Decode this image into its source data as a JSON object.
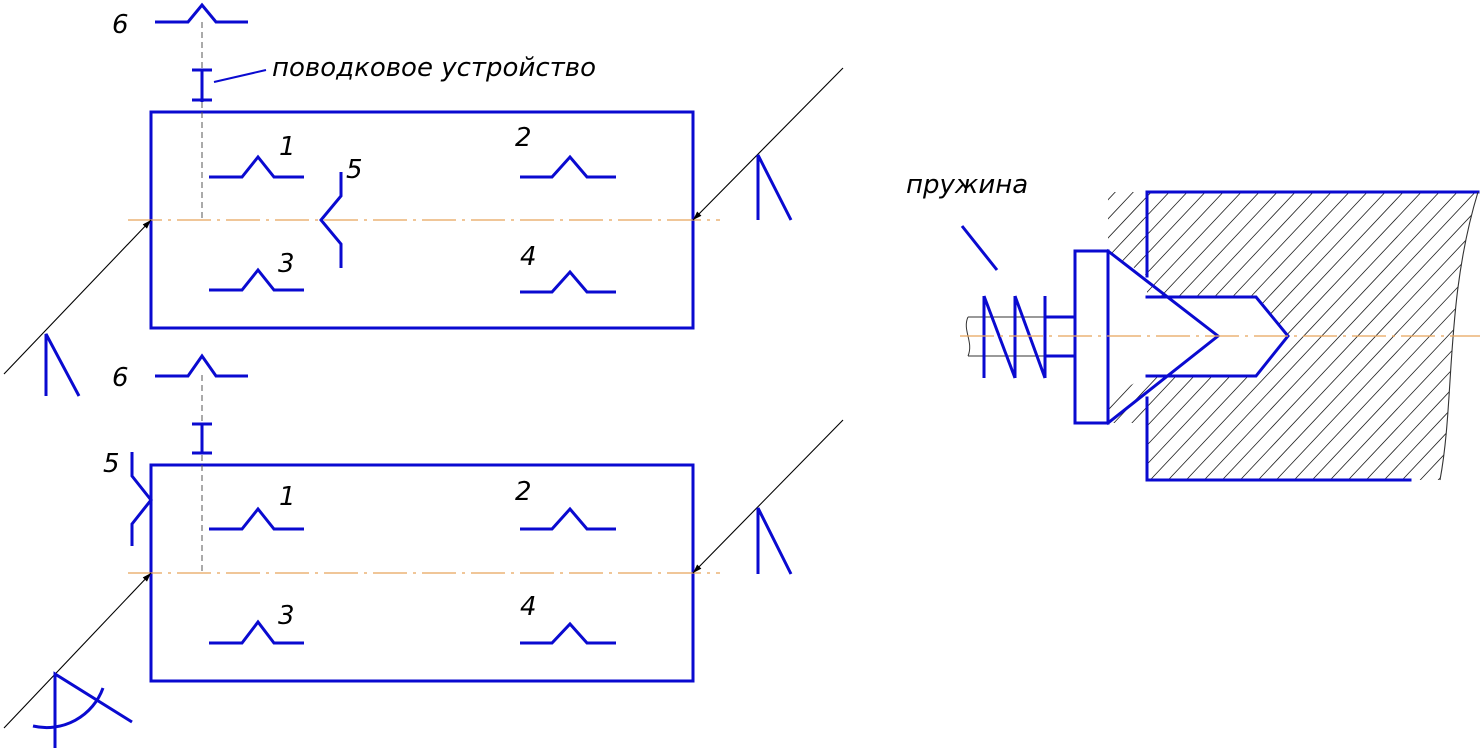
{
  "labels": {
    "drive_device": "поводковое устройство",
    "spring": "пружина"
  },
  "upper_view": {
    "support_numbers": {
      "s1": "1",
      "s2": "2",
      "s3": "3",
      "s4": "4",
      "s5": "5",
      "s6": "6"
    }
  },
  "lower_view": {
    "support_numbers": {
      "s1": "1",
      "s2": "2",
      "s3": "3",
      "s4": "4",
      "s5": "5",
      "s6": "6"
    }
  },
  "colors": {
    "outline": "#0a0ad0",
    "centerline": "#e8a35a",
    "leader": "#000000",
    "hatch": "#222222",
    "background": "#ffffff"
  }
}
